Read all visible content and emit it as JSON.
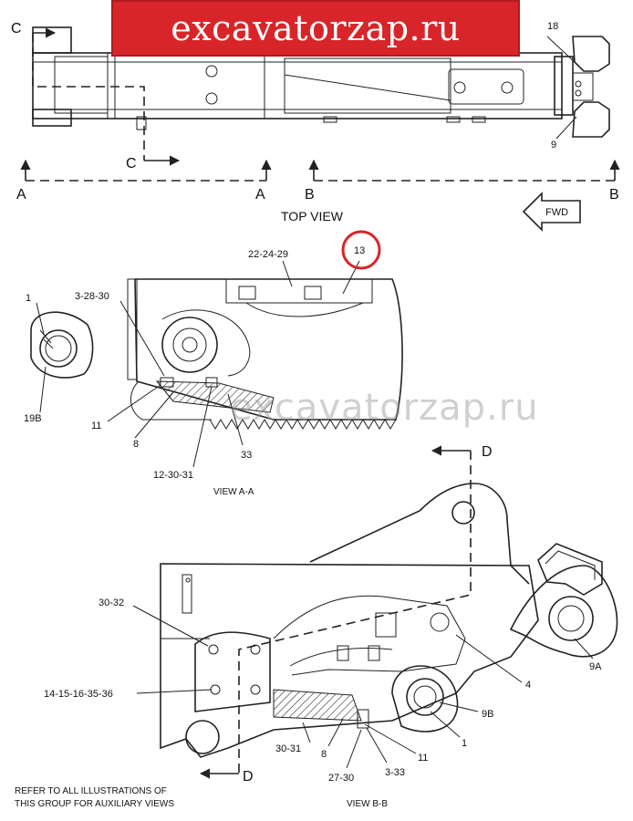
{
  "watermarks": {
    "banner": "excavatorzap.ru",
    "middle": "excavatorzap.ru"
  },
  "top_view": {
    "caption": "TOP VIEW",
    "section_a_left": "A",
    "section_a_right": "A",
    "section_b_left": "B",
    "section_b_right": "B",
    "section_c_top": "C",
    "section_c_bottom": "C",
    "fwd": "FWD",
    "callouts": {
      "c18": "18",
      "c9": "9"
    }
  },
  "view_aa": {
    "caption": "VIEW  A-A",
    "callouts": {
      "c22_24_29": "22-24-29",
      "c13": "13",
      "c3_28_30": "3-28-30",
      "c1": "1",
      "c19b": "19B",
      "c11": "11",
      "c8": "8",
      "c12_30_31": "12-30-31",
      "c33": "33"
    }
  },
  "view_bb": {
    "caption": "VIEW B-B",
    "section_d_top": "D",
    "section_d_bottom": "D",
    "callouts": {
      "c30_32": "30-32",
      "c14_15_16_35_36": "14-15-16-35-36",
      "c9a": "9A",
      "c4": "4",
      "c9b": "9B",
      "c1": "1",
      "c11": "11",
      "c30_31": "30-31",
      "c8": "8",
      "c27_30": "27-30",
      "c3_33": "3-33"
    }
  },
  "note": {
    "line1": "REFER TO ALL ILLUSTRATIONS OF",
    "line2": "THIS GROUP FOR AUXILIARY VIEWS"
  },
  "colors": {
    "highlight": "#d8252a",
    "line": "#222222"
  }
}
